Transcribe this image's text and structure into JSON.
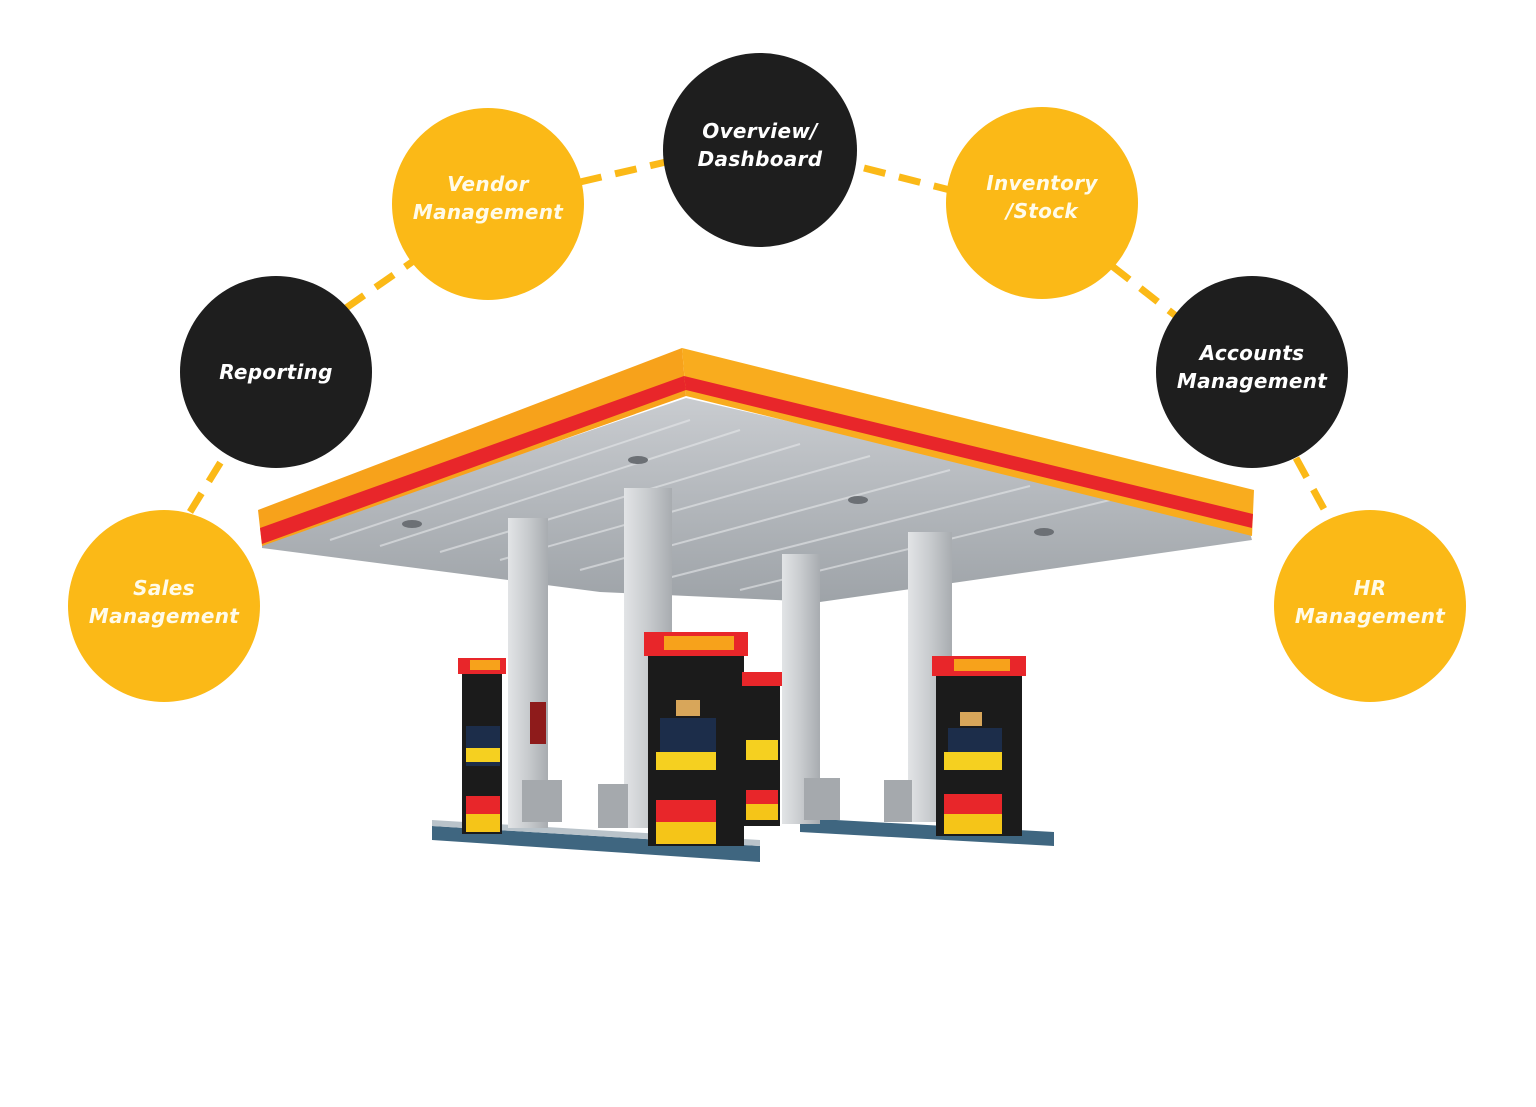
{
  "diagram": {
    "title": "",
    "center_illustration": "gas-station",
    "colors": {
      "accent_yellow": "#FBB917",
      "node_black": "#1e1e1e",
      "connector": "#FBB917",
      "canopy_orange": "#F7A21B",
      "canopy_red_stripe": "#E8262A",
      "text_on_node": "#ffffff"
    },
    "nodes": [
      {
        "id": "sales",
        "label": "Sales\nManagement",
        "color": "yellow"
      },
      {
        "id": "reporting",
        "label": "Reporting",
        "color": "black"
      },
      {
        "id": "vendor",
        "label": "Vendor\nManagement",
        "color": "yellow"
      },
      {
        "id": "overview",
        "label": "Overview/\nDashboard",
        "color": "black"
      },
      {
        "id": "inventory",
        "label": "Inventory\n/Stock",
        "color": "yellow"
      },
      {
        "id": "accounts",
        "label": "Accounts\nManagement",
        "color": "black"
      },
      {
        "id": "hr",
        "label": "HR\nManagement",
        "color": "yellow"
      }
    ],
    "connections": [
      [
        "sales",
        "reporting"
      ],
      [
        "reporting",
        "vendor"
      ],
      [
        "vendor",
        "overview"
      ],
      [
        "overview",
        "inventory"
      ],
      [
        "inventory",
        "accounts"
      ],
      [
        "accounts",
        "hr"
      ]
    ]
  }
}
